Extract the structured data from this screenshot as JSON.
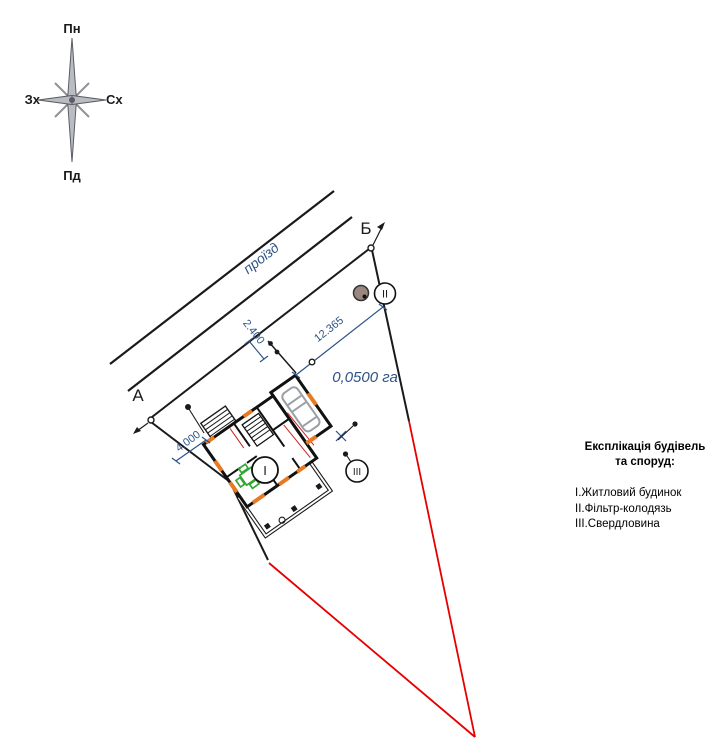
{
  "compass": {
    "north": "Пн",
    "south": "Пд",
    "west": "Зх",
    "east": "Сх"
  },
  "road_label": "проїзд",
  "corner_points": {
    "a": "А",
    "b": "Б"
  },
  "dimensions": {
    "frontage_to_well": "12.365",
    "road_setback": "2.400",
    "side_setback": "4.000"
  },
  "area_label": "0,0500 га",
  "markers": {
    "house": "I",
    "well": "II",
    "borehole": "III"
  },
  "legend": {
    "title_line1": "Експлікація будівель",
    "title_line2": "та споруд:",
    "items": [
      "І.Житловий будинок",
      "ІІ.Фільтр-колодязь",
      "ІІІ.Свердловина"
    ]
  },
  "colors": {
    "boundary": "#1a1a1a",
    "boundary_red": "#e60000",
    "dimension_blue": "#2d5385",
    "window_orange": "#e87a24",
    "furniture_green": "#33a633",
    "well_fill": "#9c8680",
    "car_gray": "#9aa0a6"
  }
}
